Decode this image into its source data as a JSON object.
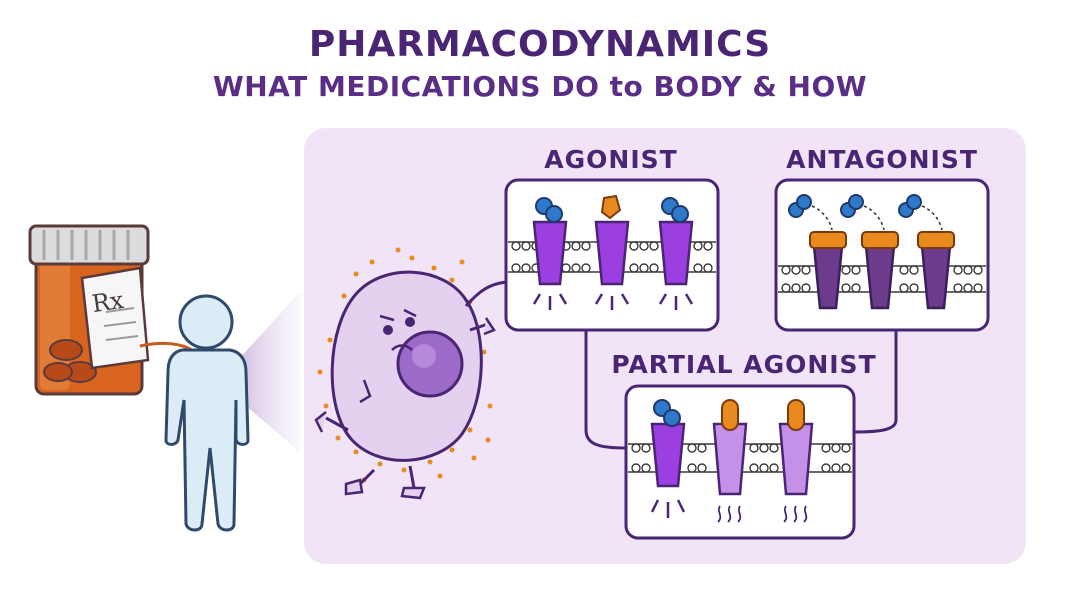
{
  "header": {
    "title": "PHARMACODYNAMICS",
    "subtitle": "WHAT MEDICATIONS DO to BODY & HOW"
  },
  "bottle": {
    "label": "Rx"
  },
  "panels": {
    "agonist": {
      "label": "AGONIST"
    },
    "antagonist": {
      "label": "ANTAGONIST"
    },
    "partial_agonist": {
      "label": "PARTIAL AGONIST"
    }
  },
  "colors": {
    "title": "#4a2574",
    "panel_background": "#f1e4f7",
    "receptor_active": "#9b3fe0",
    "receptor_blocked": "#6d3b8c",
    "receptor_partial": "#c490e8",
    "agonist_ligand": "#2e79c9",
    "antagonist_ligand": "#e98a1f",
    "cell": "#e3d1ef",
    "nucleus": "#9c6bc9"
  }
}
